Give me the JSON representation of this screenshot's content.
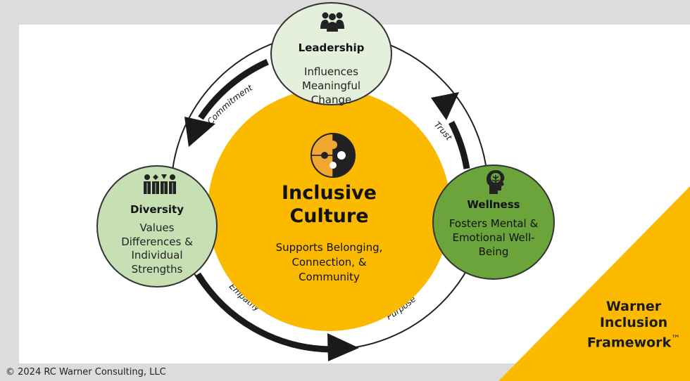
{
  "center": {
    "title_line1": "Inclusive",
    "title_line2": "Culture",
    "desc_line1": "Supports Belonging,",
    "desc_line2": "Connection, &",
    "desc_line3": "Community",
    "icon": "puzzle-icon"
  },
  "nodes": {
    "leadership": {
      "title": "Leadership",
      "line1": "Influences",
      "line2": "Meaningful",
      "line3": "Change",
      "icon": "people-group-icon"
    },
    "diversity": {
      "title": "Diversity",
      "line1": "Values",
      "line2": "Differences &",
      "line3": "Individual",
      "line4": "Strengths",
      "icon": "diverse-people-icon"
    },
    "wellness": {
      "title": "Wellness",
      "line1": "Fosters Mental &",
      "line2": "Emotional Well-",
      "line3": "Being",
      "icon": "tree-head-icon"
    }
  },
  "arcs": {
    "commitment": "Commitment",
    "trust": "Trust",
    "empathy": "Empathy",
    "purpose": "Purpose"
  },
  "framework": {
    "line1": "Warner",
    "line2": "Inclusion",
    "line3": "Framework",
    "tm": "™"
  },
  "copyright": "© 2024 RC Warner Consulting, LLC",
  "colors": {
    "gold": "#fbba00",
    "light_green": "#e4f0dc",
    "mid_green": "#c6e0b4",
    "dark_green": "#6aa43a",
    "arrow": "#1a1a1a"
  }
}
